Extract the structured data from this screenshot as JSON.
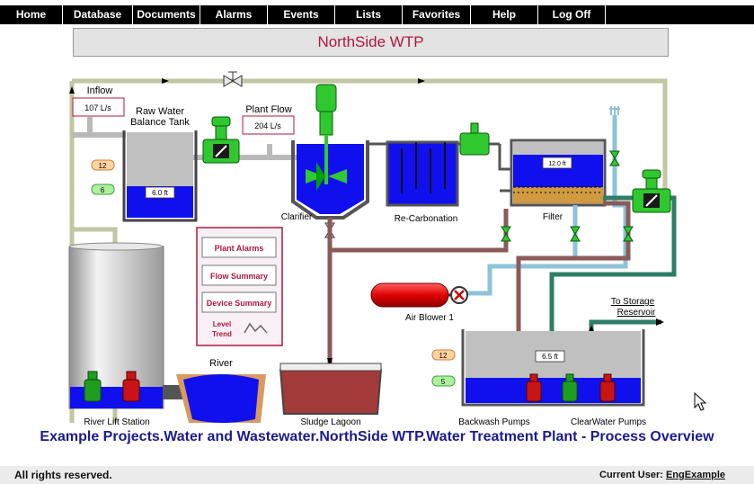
{
  "nav": [
    "Home",
    "Database",
    "Documents",
    "Alarms",
    "Events",
    "Lists",
    "Favorites",
    "Help",
    "Log Off"
  ],
  "banner_title": "NorthSide WTP",
  "labels": {
    "inflow": "Inflow",
    "inflow_value": "107 L/s",
    "raw_tank_line1": "Raw Water",
    "raw_tank_line2": "Balance Tank",
    "raw_tank_level": "6.0 ft",
    "plant_flow": "Plant Flow",
    "plant_flow_value": "204 L/s",
    "clarifier": "Clarifier",
    "recarbonation": "Re-Carbonation",
    "filter": "Filter",
    "filter_level": "12.0 ft",
    "setpoint_high_1": "12",
    "setpoint_low_1": "6",
    "setpoint_high_2": "12",
    "setpoint_low_2": "5",
    "air_blower": "Air Blower 1",
    "to_storage_line1": "To Storage",
    "to_storage_line2": "Reservoir",
    "clearwell_level": "6.5 ft",
    "river": "River",
    "river_lift": "River Lift Station",
    "sludge": "Sludge Lagoon",
    "backwash_pumps": "Backwash Pumps",
    "clearwater_pumps": "ClearWater Pumps"
  },
  "menu": {
    "plant_alarms": "Plant Alarms",
    "flow_summary": "Flow Summary",
    "device_summary": "Device Summary",
    "level_trend_line1": "Level",
    "level_trend_line2": "Trend"
  },
  "page_heading": "Example Projects.Water and Wastewater.NorthSide WTP.Water Treatment Plant - Process Overview",
  "footer": {
    "rights": "All rights reserved.",
    "user_label": "Current User:",
    "user_name": "EngExample"
  },
  "colors": {
    "water": "#1010ee",
    "title": "#b0183c",
    "heading": "#1b1b8e",
    "pipe_green": "#2e7d66",
    "pipe_brown": "#8b5a5a",
    "pipe_blue": "#8ec3d8",
    "pump_green": "#1e9e1e",
    "pump_red": "#c81414"
  }
}
